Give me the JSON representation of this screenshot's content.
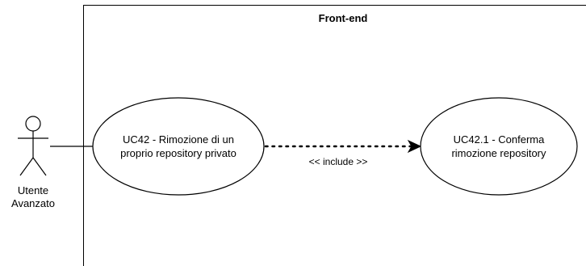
{
  "system_boundary": {
    "title": "Front-end"
  },
  "actor": {
    "name_line1": "Utente",
    "name_line2": "Avanzato"
  },
  "use_cases": [
    {
      "id": "uc42",
      "line1": "UC42 - Rimozione di un",
      "line2": "proprio repository privato"
    },
    {
      "id": "uc42_1",
      "line1": "UC42.1 - Conferma",
      "line2": "rimozione repository"
    }
  ],
  "include_relation": {
    "label": "<< include >>"
  },
  "colors": {
    "stroke": "#000000",
    "fill": "#ffffff"
  }
}
